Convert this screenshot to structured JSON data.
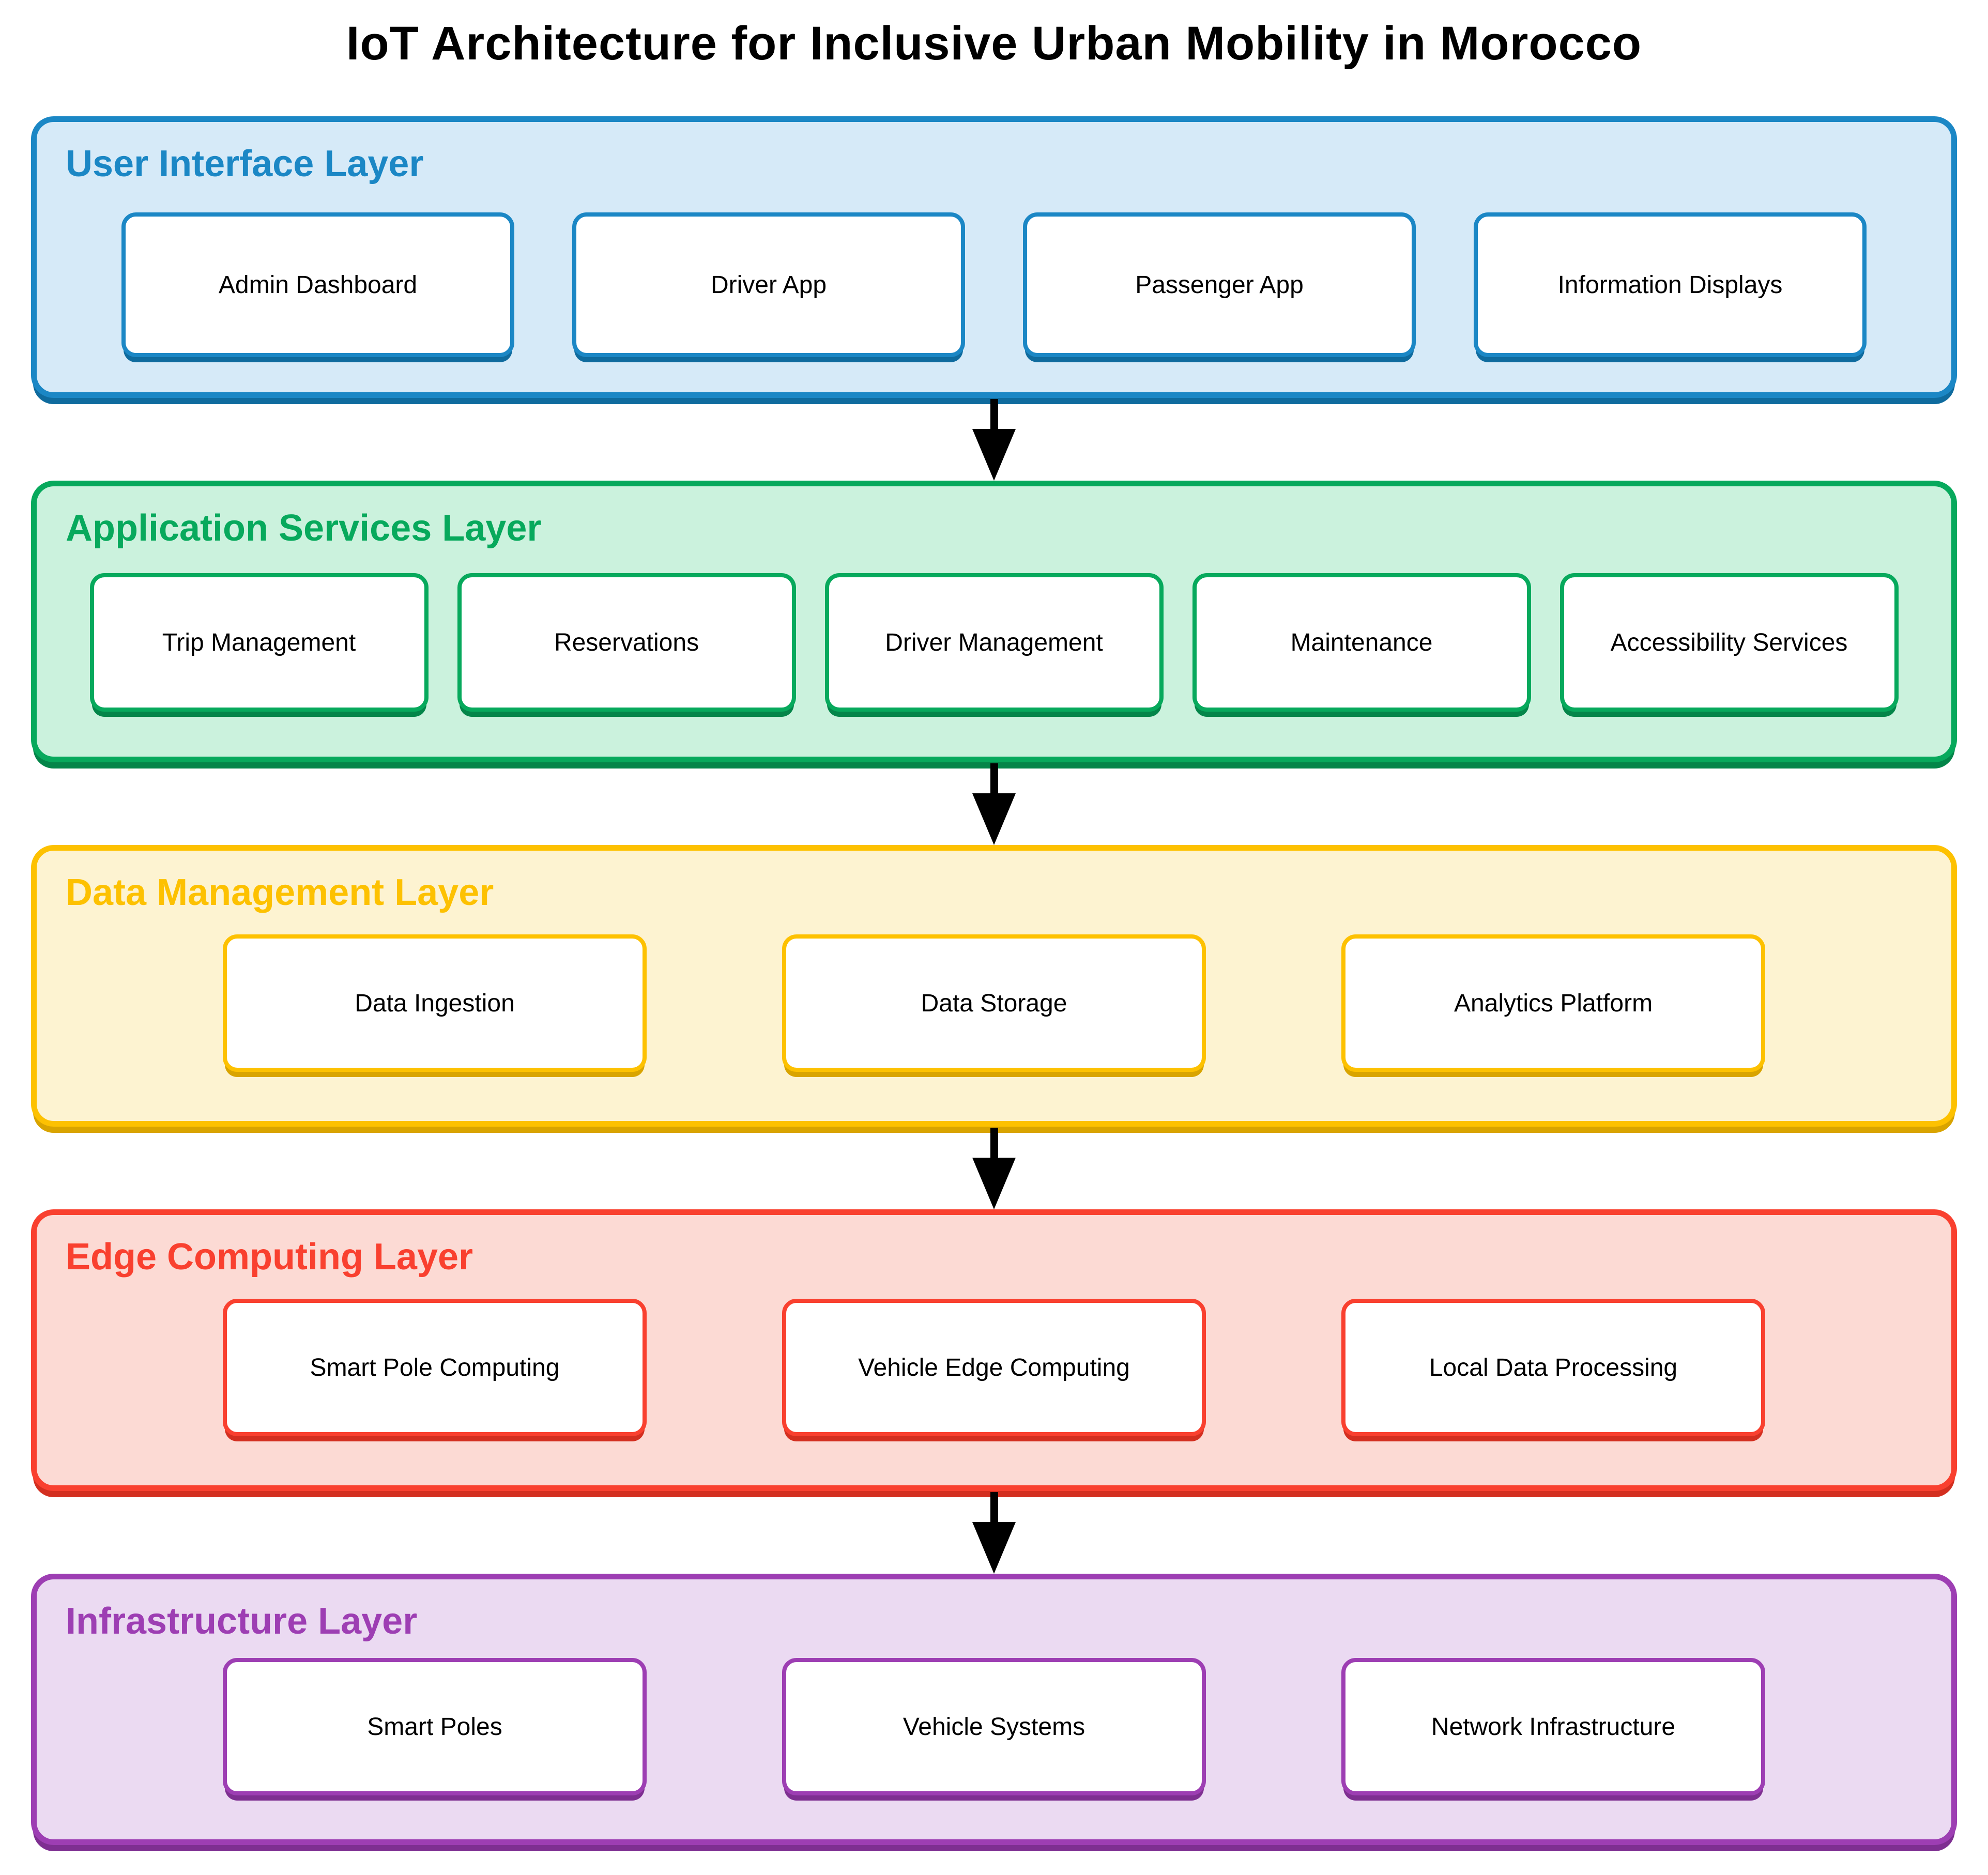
{
  "title": "IoT Architecture for Inclusive Urban Mobility in Morocco",
  "arrow_color": "#000000",
  "layers": [
    {
      "name": "User Interface Layer",
      "color": "#1B87C5",
      "fill": "#D6EAF8",
      "shadow": "#0F6B9E",
      "boxes": [
        "Admin Dashboard",
        "Driver App",
        "Passenger App",
        "Information Displays"
      ]
    },
    {
      "name": "Application Services Layer",
      "color": "#07A95C",
      "fill": "#CBF2DD",
      "shadow": "#048549",
      "boxes": [
        "Trip Management",
        "Reservations",
        "Driver Management",
        "Maintenance",
        "Accessibility Services"
      ]
    },
    {
      "name": "Data Management Layer",
      "color": "#FDC101",
      "fill": "#FDF3D1",
      "shadow": "#D9A400",
      "boxes": [
        "Data Ingestion",
        "Data Storage",
        "Analytics Platform"
      ]
    },
    {
      "name": "Edge Computing Layer",
      "color": "#F9402F",
      "fill": "#FCDAD4",
      "shadow": "#D32F20",
      "boxes": [
        "Smart Pole Computing",
        "Vehicle Edge Computing",
        "Local Data Processing"
      ]
    },
    {
      "name": "Infrastructure Layer",
      "color": "#9D3EB3",
      "fill": "#EBDAF2",
      "shadow": "#7E2F91",
      "boxes": [
        "Smart Poles",
        "Vehicle Systems",
        "Network Infrastructure"
      ]
    }
  ]
}
